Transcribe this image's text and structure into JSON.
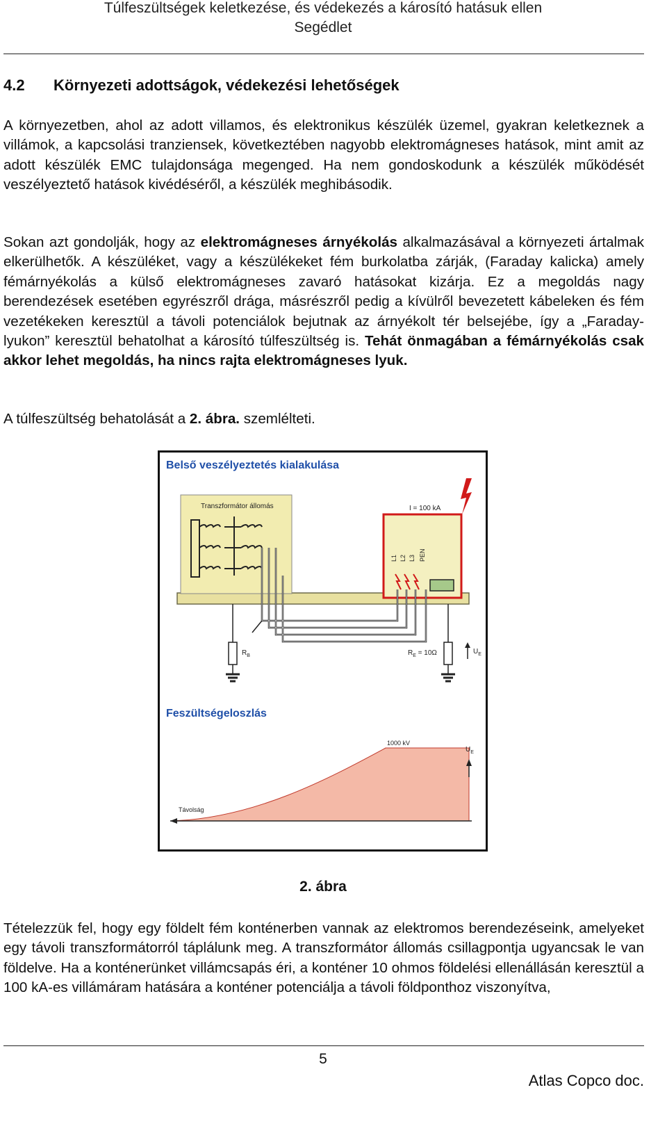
{
  "header": {
    "title": "Túlfeszültségek keletkezése, és védekezés a károsító hatásuk ellen",
    "subtitle": "Segédlet"
  },
  "section": {
    "number": "4.2",
    "title": "Környezeti adottságok, védekezési lehetőségek"
  },
  "paragraphs": {
    "p1": "A környezetben, ahol az adott villamos, és elektronikus készülék üzemel, gyakran keletkeznek a villámok, a kapcsolási tranziensek, következtében nagyobb elektromágneses hatások, mint amit az adott készülék EMC tulajdonsága megenged. Ha nem gondoskodunk a készülék működését veszélyeztető hatások kivédéséről, a készülék meghibásodik.",
    "p2_a": "Sokan azt gondolják, hogy az ",
    "p2_b": "elektromágneses árnyékolás",
    "p2_c": " alkalmazásával a környezeti ártalmak elkerülhetők. A készüléket, vagy a készülékeket fém burkolatba zárják, (Faraday kalicka) amely fémárnyékolás a külső elektromágneses zavaró hatásokat kizárja. Ez a megoldás nagy berendezések esetében egyrészről drága, másrészről pedig a kívülről bevezetett kábeleken és fém vezetékeken keresztül a távoli potenciálok bejutnak az árnyékolt tér belsejébe, így a „Faraday-lyukon” keresztül behatolhat a károsító túlfeszültség is. ",
    "p2_d": "Tehát önmagában a fémárnyékolás csak akkor lehet megoldás, ha nincs rajta elektromágneses lyuk.",
    "p3_a": "A túlfeszültség behatolását a ",
    "p3_b": "2. ábra.",
    "p3_c": " szemlélteti.",
    "p4": "Tételezzük fel, hogy egy földelt fém konténerben vannak az elektromos berendezéseink, amelyeket egy távoli transzformátorról táplálunk meg. A transzformátor állomás csillagpontja ugyancsak le van földelve. Ha a konténerünket villámcsapás éri, a konténer 10 ohmos földelési ellenállásán keresztül a 100 kA-es villámáram hatására a konténer potenciálja a távoli földponthoz viszonyítva,"
  },
  "figure": {
    "title_top": "Belső veszélyeztetés kialakulása",
    "transformer_label": "Transzformátor állomás",
    "current_label": "I = 100 kA",
    "conductors": [
      "L1",
      "L2",
      "L3",
      "PEN"
    ],
    "rb_label": "R",
    "rb_sub": "B",
    "re_label": "R",
    "re_sub": "E",
    "re_value": " = 10Ω",
    "ue_label": "U",
    "ue_sub": "E",
    "title_bottom": "Feszültségeloszlás",
    "peak_label": "1000 kV",
    "distance_label": "Távolság",
    "caption": "2. ábra",
    "colors": {
      "title": "#1f4fa8",
      "ground": "#f2ecb0",
      "container": "#d11a1a",
      "curve": "#f4b9a7",
      "curve_stroke": "#c0392b"
    }
  },
  "page": {
    "number": "5",
    "footer": "Atlas Copco doc."
  }
}
